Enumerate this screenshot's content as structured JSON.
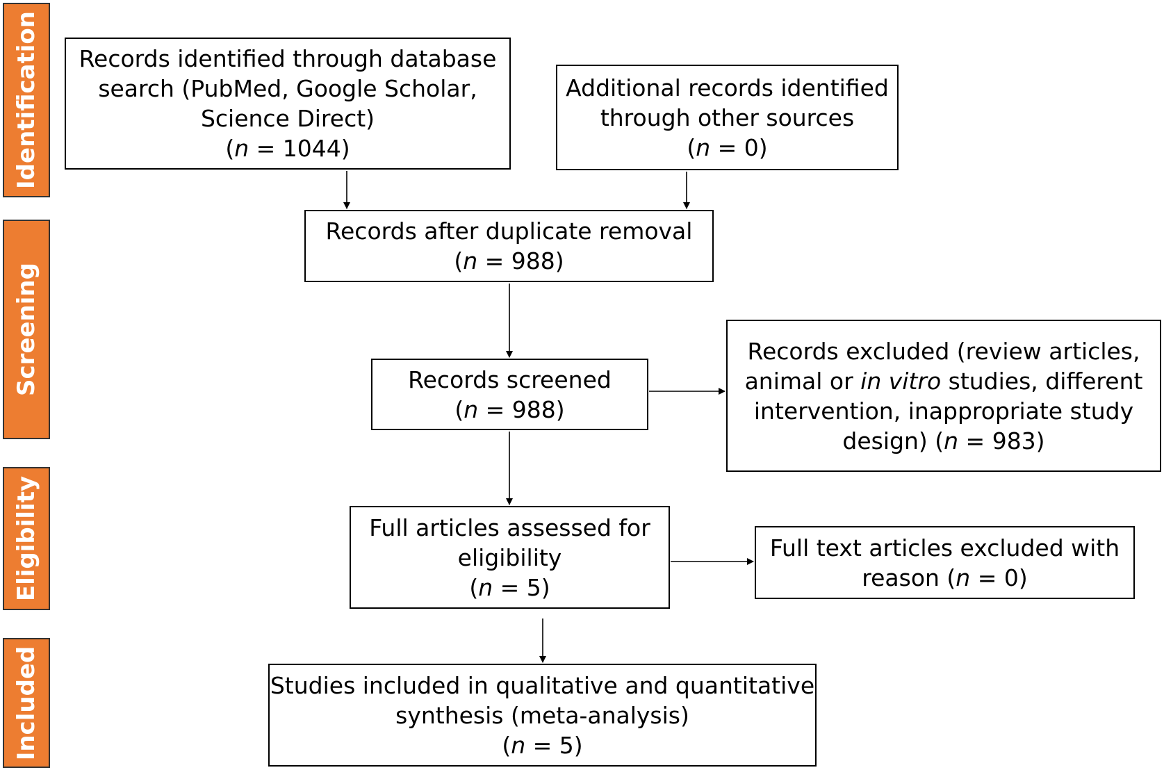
{
  "stages": {
    "identification": "Identification",
    "screening": "Screening",
    "eligibility": "Eligibility",
    "included": "Included"
  },
  "boxes": {
    "database_search": {
      "lines": [
        "Records identified through database",
        "search (PubMed, Google Scholar,",
        "Science Direct)"
      ],
      "n_prefix": "(",
      "n_var": "n",
      "n_value": " = 1044)"
    },
    "other_sources": {
      "lines": [
        "Additional records identified",
        "through other sources"
      ],
      "n_prefix": "(",
      "n_var": "n",
      "n_value": " = 0)"
    },
    "after_duplicates": {
      "lines": [
        "Records after duplicate removal"
      ],
      "n_prefix": "(",
      "n_var": "n",
      "n_value": " = 988)"
    },
    "screened": {
      "lines": [
        "Records screened"
      ],
      "n_prefix": "(",
      "n_var": "n",
      "n_value": " = 988)"
    },
    "excluded": {
      "line1": "Records excluded (review articles,",
      "line2_pre": "animal or ",
      "line2_italic": "in vitro",
      "line2_post": " studies, different",
      "line3": "intervention, inappropriate study",
      "line4_pre": "design) (",
      "n_var": "n",
      "n_value": " = 983)"
    },
    "full_assessed": {
      "lines": [
        "Full articles assessed for",
        "eligibility"
      ],
      "n_prefix": "(",
      "n_var": "n",
      "n_value": " = 5)"
    },
    "full_excluded": {
      "line1": "Full text articles excluded with",
      "line2_pre": "reason (",
      "n_var": "n",
      "n_value": " = 0)"
    },
    "included": {
      "lines": [
        "Studies included in qualitative and quantitative",
        "synthesis (meta-analysis)"
      ],
      "n_prefix": "(",
      "n_var": "n",
      "n_value": " = 5)"
    }
  }
}
